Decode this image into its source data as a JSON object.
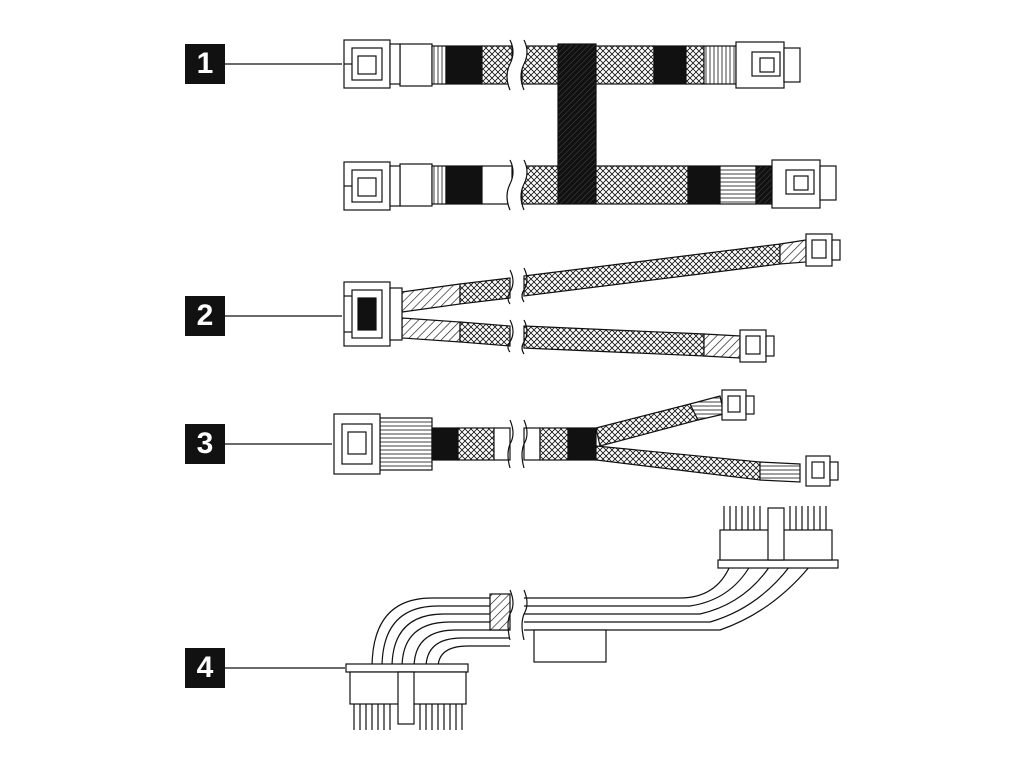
{
  "callouts": [
    {
      "label": "1"
    },
    {
      "label": "2"
    },
    {
      "label": "3"
    },
    {
      "label": "4"
    }
  ],
  "colors": {
    "ink": "#111111",
    "paper": "#ffffff"
  }
}
